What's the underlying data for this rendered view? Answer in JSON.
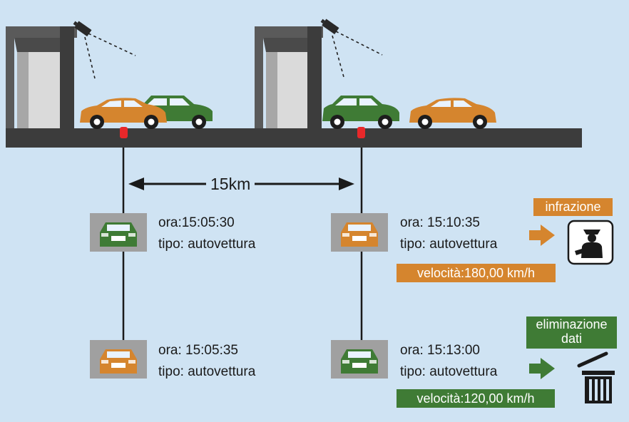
{
  "diagram": {
    "distance_label": "15km",
    "readings": [
      {
        "time": "ora:15:05:30",
        "type": "tipo: autovettura",
        "car_color": "green"
      },
      {
        "time": "ora: 15:05:35",
        "type": "tipo: autovettura",
        "car_color": "orange"
      },
      {
        "time": "ora: 15:10:35",
        "type": "tipo: autovettura",
        "car_color": "orange"
      },
      {
        "time": "ora: 15:13:00",
        "type": "tipo: autovettura",
        "car_color": "green"
      }
    ],
    "speed_orange": "velocità:180,00 km/h",
    "speed_green": "velocità:120,00 km/h",
    "infraction_label": "infrazione",
    "deletion_label": "eliminazione dati",
    "colors": {
      "background": "#cfe3f3",
      "orange": "#d5852e",
      "green": "#3f7b35",
      "road": "#3c3c3c",
      "sensor": "#e8282a",
      "photo_bg": "#a0a0a0"
    },
    "icons": [
      "camera-icon",
      "police-officer-icon",
      "trash-bin-icon",
      "arrow-right-icon"
    ]
  }
}
